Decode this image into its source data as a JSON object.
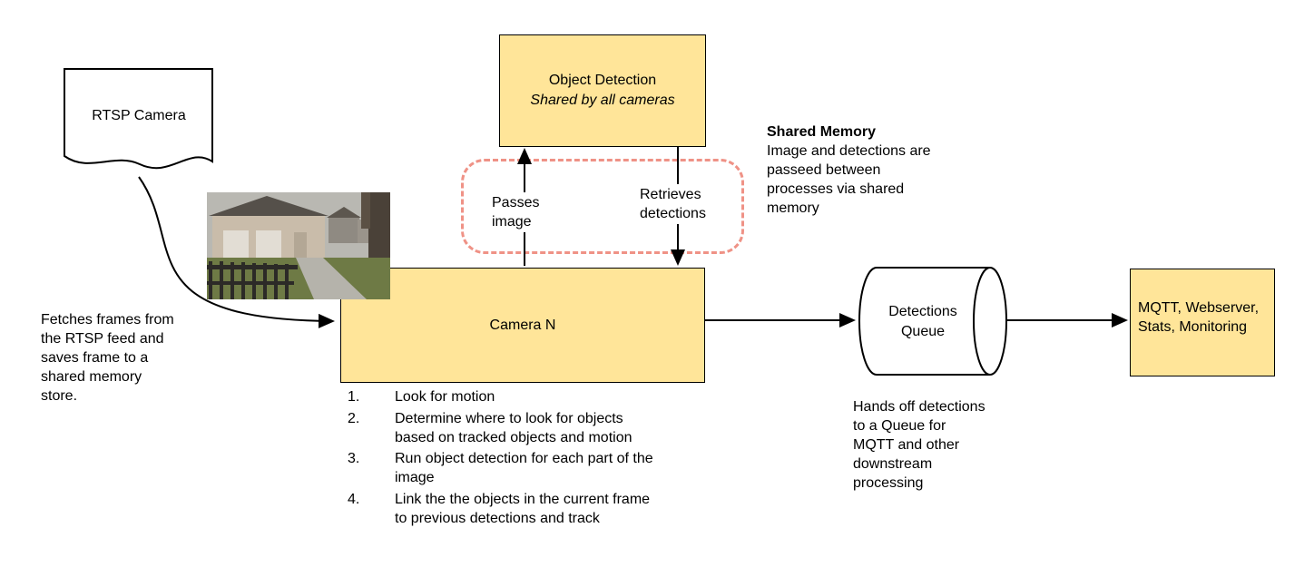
{
  "diagram": {
    "colors": {
      "box_fill": "#ffe599",
      "box_border": "#000000",
      "dashed_border": "#ef9286",
      "arrow": "#000000"
    },
    "rtsp_camera": {
      "label": "RTSP Camera"
    },
    "object_detection": {
      "title": "Object Detection",
      "subtitle": "Shared by all cameras"
    },
    "shared_memory_note": {
      "title": "Shared Memory",
      "body": "Image and detections are\npasseed between\nprocesses via shared\nmemory"
    },
    "passes_image_label": "Passes\nimage",
    "retrieves_detections_label": "Retrieves\ndetections",
    "camera_n": {
      "label": "Camera N"
    },
    "fetches_note": "Fetches frames from\nthe RTSP feed and\nsaves frame to a\nshared memory\nstore.",
    "steps": [
      {
        "num": "1.",
        "text": "Look for motion"
      },
      {
        "num": "2.",
        "text": "Determine where to look for objects\nbased on tracked objects and motion"
      },
      {
        "num": "3.",
        "text": "Run object detection for each part of the\nimage"
      },
      {
        "num": "4.",
        "text": "Link the the objects in the current frame\nto previous detections and track"
      }
    ],
    "detections_queue": {
      "label": "Detections\nQueue"
    },
    "queue_note": "Hands off detections\nto a Queue for\nMQTT and other\ndownstream\nprocessing",
    "mqtt_box": {
      "label": "MQTT, Webserver,\nStats, Monitoring"
    }
  }
}
